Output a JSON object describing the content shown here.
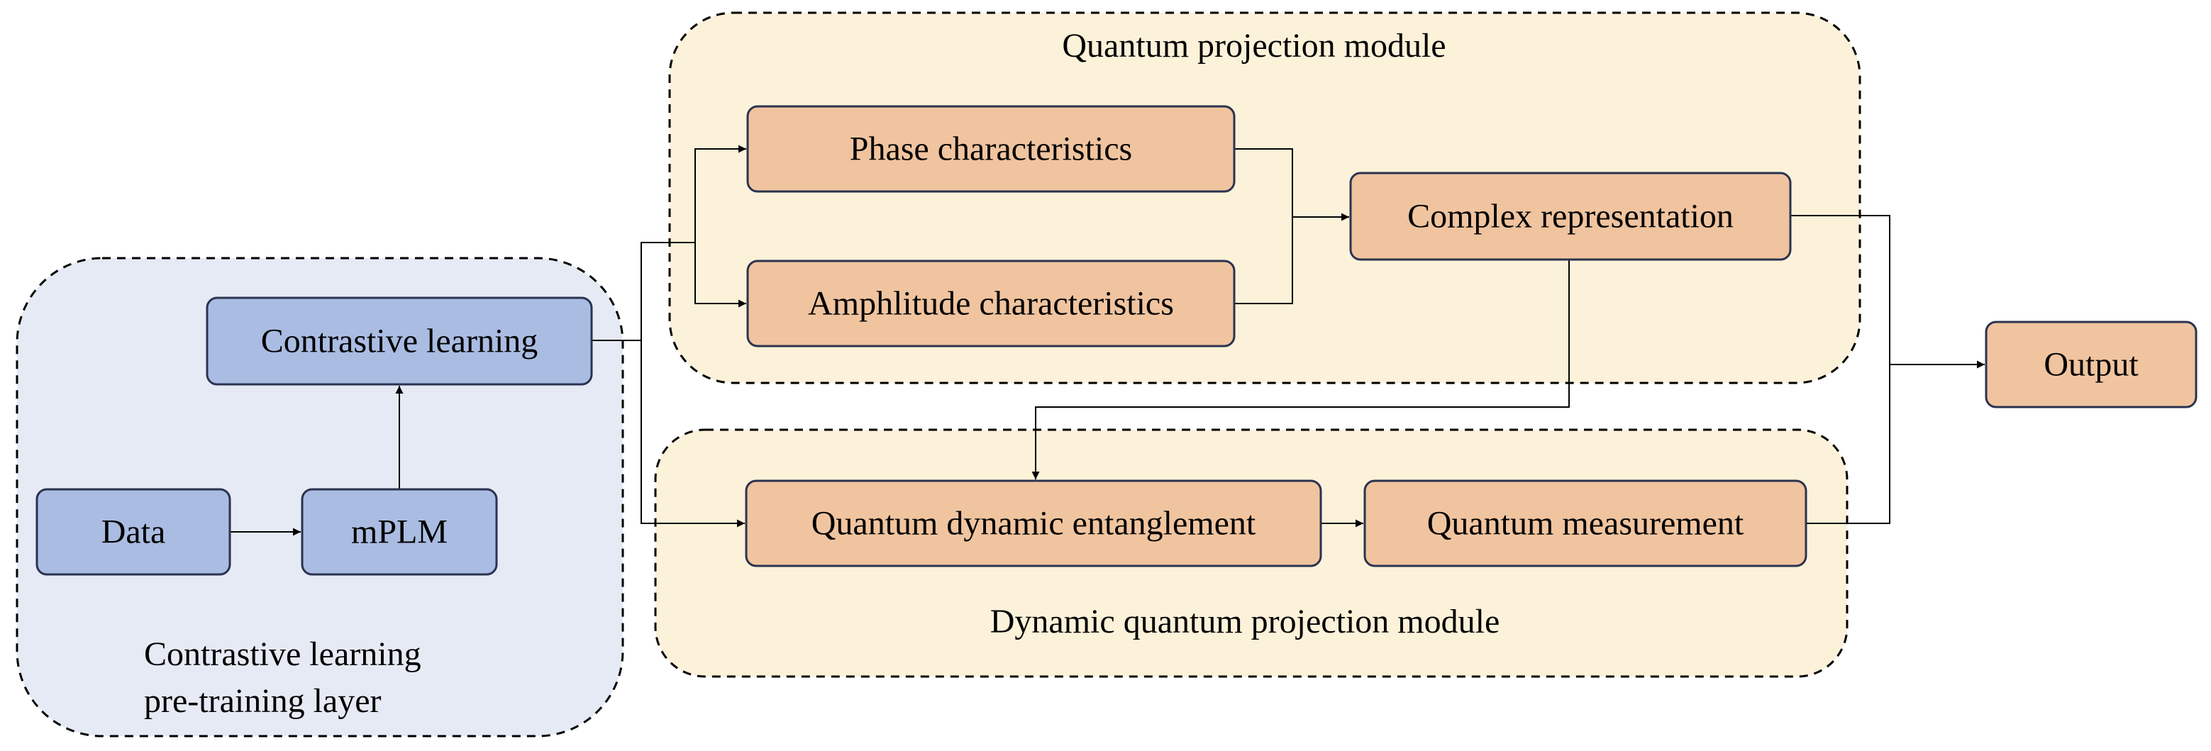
{
  "groups": {
    "pretraining": {
      "label_lines": [
        "Contrastive learning",
        "pre-training layer"
      ],
      "fill": "#e6eaf4"
    },
    "quantum_projection": {
      "label": "Quantum projection module",
      "fill": "#fcf2d9"
    },
    "dynamic_quantum_projection": {
      "label": "Dynamic quantum projection module",
      "fill": "#fcf2d9"
    }
  },
  "nodes": {
    "data": "Data",
    "mplm": "mPLM",
    "contrastive_learning": "Contrastive learning",
    "phase": "Phase characteristics",
    "amplitude": "Amphlitude characteristics",
    "complex": "Complex representation",
    "entanglement": "Quantum dynamic entanglement",
    "measurement": "Quantum measurement",
    "output": "Output"
  },
  "colors": {
    "blue_box": "#aabce2",
    "orange_box": "#f0c49f",
    "box_stroke": "#2a3350",
    "line": "#000000"
  },
  "edges": [
    [
      "data",
      "mplm"
    ],
    [
      "mplm",
      "contrastive_learning"
    ],
    [
      "contrastive_learning",
      "phase"
    ],
    [
      "contrastive_learning",
      "amplitude"
    ],
    [
      "contrastive_learning",
      "entanglement"
    ],
    [
      "phase",
      "complex"
    ],
    [
      "amplitude",
      "complex"
    ],
    [
      "complex",
      "entanglement"
    ],
    [
      "entanglement",
      "measurement"
    ],
    [
      "complex",
      "output"
    ],
    [
      "measurement",
      "output"
    ]
  ]
}
